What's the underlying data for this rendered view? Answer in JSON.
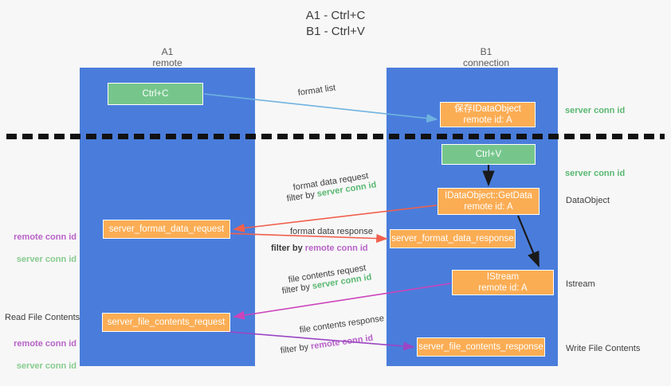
{
  "title": "A1 - Ctrl+C\nB1 - Ctrl+V",
  "columns": [
    {
      "name": "A1",
      "sub": "remote",
      "label": "A1\nremote"
    },
    {
      "name": "B1",
      "sub": "connection",
      "label": "B1\nconnection"
    }
  ],
  "nodes": {
    "ctrl_c": {
      "line1": "Ctrl+C",
      "line2": "",
      "color": "#76c68c"
    },
    "save_idataobject": {
      "line1": "保存IDataObject",
      "line2": "remote id: A",
      "color": "#fbad54"
    },
    "ctrl_v": {
      "line1": "Ctrl+V",
      "line2": "",
      "color": "#76c68c"
    },
    "getdata": {
      "line1": "IDataObject::GetData",
      "line2": "remote id: A",
      "color": "#fbad54"
    },
    "istream": {
      "line1": "IStream",
      "line2": "remote id: A",
      "color": "#fbad54"
    },
    "server_format_data_request": {
      "line1": "server_format_data_request",
      "color": "#fbad54"
    },
    "server_format_data_response": {
      "line1": "server_format_data_response",
      "color": "#fbad54"
    },
    "server_file_contents_request": {
      "line1": "server_file_contents_request",
      "color": "#fbad54"
    },
    "server_file_contents_response": {
      "line1": "server_file_contents_response",
      "color": "#fbad54"
    }
  },
  "edge_labels": {
    "format_list": "format list",
    "format_data_request": "format data request",
    "format_data_request_filter_prefix": "filter by ",
    "format_data_request_filter_value": "server conn id",
    "format_data_response": "format data response",
    "format_data_response_filter_prefix": "filter by ",
    "format_data_response_filter_value": "remote conn id",
    "file_contents_request": "file contents request",
    "file_contents_request_filter_prefix": "filter by ",
    "file_contents_request_filter_value": "server conn id",
    "file_contents_response": "file contents response",
    "file_contents_response_filter_prefix": "filter by ",
    "file_contents_response_filter_value": "remote conn id"
  },
  "annotations": {
    "server_conn_id_top": "server conn id",
    "server_conn_id_mid": "server conn id",
    "data_object": "DataObject",
    "istream": "Istream",
    "write_file_contents": "Write File Contents",
    "read_file_contents": "Read File Contents",
    "remote_conn_id": "remote conn id",
    "server_conn_id": "server conn id"
  },
  "colors": {
    "lane": "#4a7ddb",
    "green_node": "#76c68c",
    "orange_node": "#fbad54",
    "server_conn_id": "#59b871",
    "remote_conn_id": "#b862c8",
    "arrow_blue": "#6fb3e0",
    "arrow_red": "#f0604d",
    "arrow_magenta": "#cc44bb",
    "arrow_purple": "#9b46c4",
    "arrow_black": "#1a1a1a",
    "background": "#f7f7f7"
  }
}
